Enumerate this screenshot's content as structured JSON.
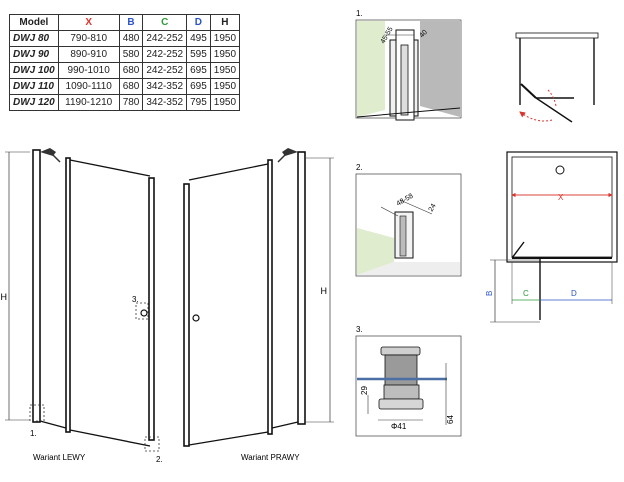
{
  "table": {
    "headers": [
      {
        "label": "Model",
        "color": "#222222"
      },
      {
        "label": "X",
        "color": "#d9342b"
      },
      {
        "label": "B",
        "color": "#2b55c7"
      },
      {
        "label": "C",
        "color": "#2e9a3a"
      },
      {
        "label": "D",
        "color": "#2b55c7"
      },
      {
        "label": "H",
        "color": "#222222"
      }
    ],
    "rows": [
      [
        "DWJ 80",
        "790-810",
        "480",
        "242-252",
        "495",
        "1950"
      ],
      [
        "DWJ 90",
        "890-910",
        "580",
        "242-252",
        "595",
        "1950"
      ],
      [
        "DWJ 100",
        "990-1010",
        "680",
        "242-252",
        "695",
        "1950"
      ],
      [
        "DWJ 110",
        "1090-1110",
        "680",
        "342-352",
        "695",
        "1950"
      ],
      [
        "DWJ 120",
        "1190-1210",
        "780",
        "342-352",
        "795",
        "1950"
      ]
    ]
  },
  "front_view": {
    "height_label": "H",
    "caption_left": "Wariant LEWY",
    "caption_right": "Wariant PRAWY",
    "callouts": [
      "1.",
      "2.",
      "3."
    ]
  },
  "details": {
    "detail1": {
      "number": "1.",
      "dim_a": "45-55",
      "dim_b": "40"
    },
    "detail2": {
      "number": "2.",
      "dim_a": "48-58",
      "dim_b": "24"
    },
    "detail3": {
      "number": "3.",
      "dim_h": "29",
      "dim_d": "Φ41",
      "dim_v": "64"
    }
  },
  "plan_view": {
    "x_label": "X",
    "b_label": "B",
    "c_label": "C",
    "d_label": "D"
  },
  "colors": {
    "x": "#d9342b",
    "c": "#2e9a3a",
    "bd": "#2b55c7",
    "wall": "#dfeccd",
    "tile": "#b9b9b9"
  }
}
